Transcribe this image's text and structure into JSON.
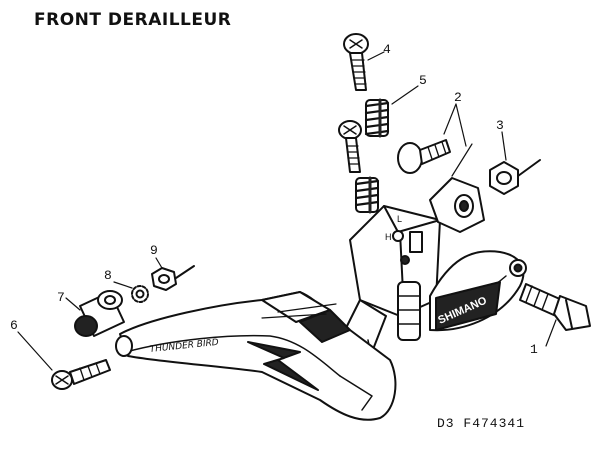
{
  "title": "FRONT DERAILLEUR",
  "diagram_code": "D3  F474341",
  "brand_cage_text": "THUNDER BIRD",
  "brand_clamp_text": "SHIMANO",
  "callouts": {
    "c1": "1",
    "c2": "2",
    "c3": "3",
    "c4": "4",
    "c5": "5",
    "c6": "6",
    "c7": "7",
    "c8": "8",
    "c9": "9"
  },
  "parts_marks": {
    "h_mark": "H",
    "l_mark": "L"
  }
}
